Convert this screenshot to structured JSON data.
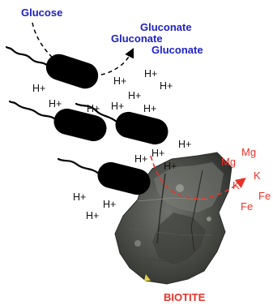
{
  "diagram": {
    "glucose_label": "Glucose",
    "gluconate_labels": [
      "Gluconate",
      "Gluconate",
      "Gluconate"
    ],
    "proton_label": "H+",
    "ion_labels": [
      "Mg",
      "Mg",
      "K",
      "K",
      "Fe",
      "Fe"
    ],
    "mineral_label": "BIOTITE",
    "colors": {
      "organic_text": "#1f22c4",
      "ion_text": "#e8322a",
      "bacteria": "#000000",
      "proton_text": "#111111"
    }
  }
}
